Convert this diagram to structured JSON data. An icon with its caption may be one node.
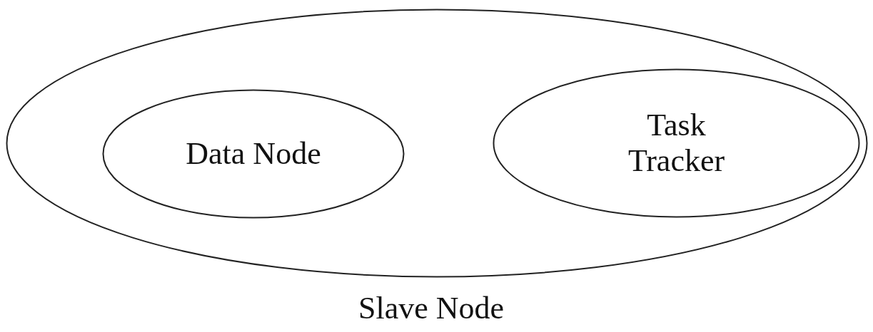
{
  "diagram": {
    "nodes": [
      {
        "text": [
          "Slave Node"
        ]
      },
      {
        "text": [
          "Data Node"
        ],
        "in": 0
      },
      {
        "text": [
          "Task Tracker"
        ],
        "in": 0
      }
    ]
  }
}
